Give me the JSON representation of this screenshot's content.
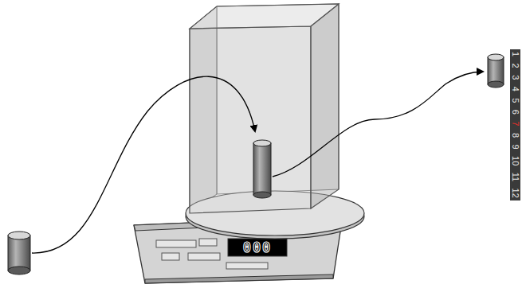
{
  "diagram": {
    "labels": [
      "000",
      "1",
      "2",
      "3",
      "4",
      "5",
      "6",
      "7",
      "8",
      "9",
      "10",
      "11",
      "12"
    ]
  }
}
